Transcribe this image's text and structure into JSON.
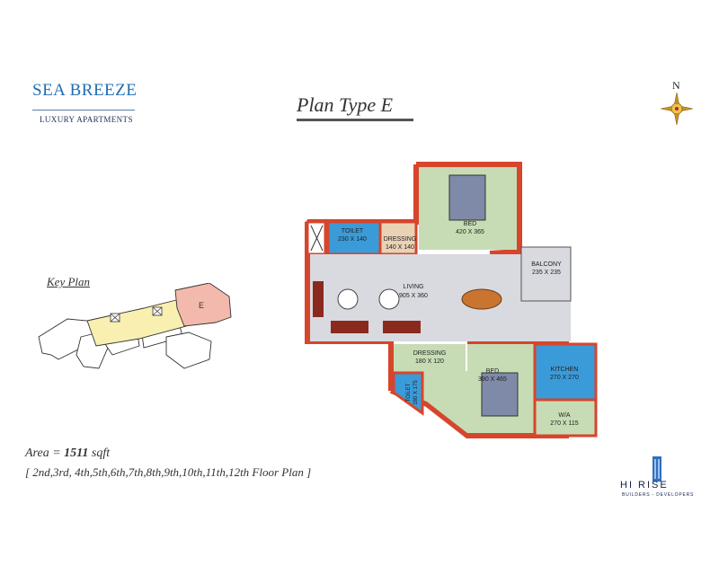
{
  "logo": {
    "brand": "SEA BREEZE",
    "subtitle": "LUXURY APARTMENTS"
  },
  "title": "Plan Type E",
  "compass": {
    "north_label": "N"
  },
  "key_plan": {
    "label": "Key Plan",
    "unit_marker": "E"
  },
  "rooms": {
    "toilet1": {
      "name": "TOILET",
      "size": "230 X 140"
    },
    "dressing1": {
      "name": "DRESSING",
      "size": "140 X 140"
    },
    "bed1": {
      "name": "BED",
      "size": "420 X 365"
    },
    "balcony": {
      "name": "BALCONY",
      "size": "235 X 235"
    },
    "living": {
      "name": "LIVING",
      "size": "905 X 360"
    },
    "dressing2": {
      "name": "DRESSING",
      "size": "180 X 120"
    },
    "bed2": {
      "name": "BED",
      "size": "390 X 465"
    },
    "kitchen": {
      "name": "KITCHEN",
      "size": "270 X 270"
    },
    "wa": {
      "name": "W/A",
      "size": "270 X 115"
    },
    "toilet2": {
      "name": "TOILET",
      "size": "180 X 175"
    }
  },
  "area": {
    "prefix": "Area = ",
    "value": "1511",
    "unit": " sqft"
  },
  "floors": "[ 2nd,3rd, 4th,5th,6th,7th,8th,9th,10th,11th,12th Floor Plan ]",
  "builder": {
    "name": "HI RISE",
    "tagline": "BUILDERS - DEVELOPERS"
  },
  "colors": {
    "wall": "#d6452c",
    "room_green": "#c7dcb4",
    "living_gray": "#d9d9e0",
    "toilet_blue": "#3a9bd8",
    "dressing_tan": "#e9d2b5",
    "key_pink": "#f3b9ad",
    "key_yellow": "#f8efb1"
  }
}
